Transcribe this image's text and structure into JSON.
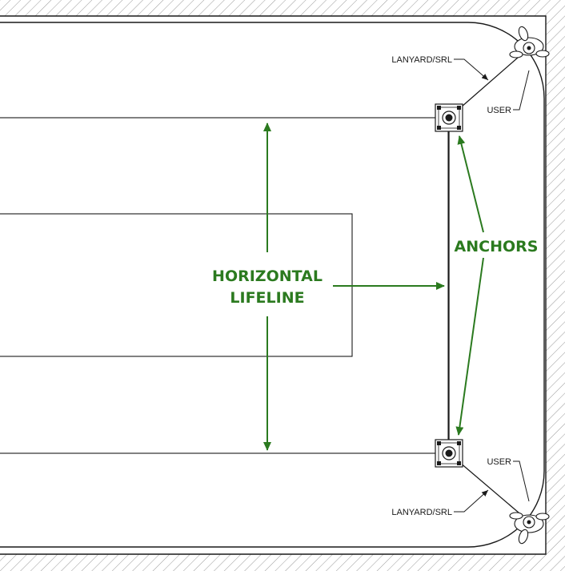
{
  "title": "Horizontal lifeline plan",
  "labels": {
    "lanyard_top": "LANYARD/SRL",
    "lanyard_bottom": "LANYARD/SRL",
    "user_top": "USER",
    "user_bottom": "USER",
    "anchors": "ANCHORS",
    "lifeline_line1": "HORIZONTAL",
    "lifeline_line2": "LIFELINE"
  },
  "colors": {
    "accent": "#2b7a1f",
    "line": "#1a1a1a",
    "hatch": "#9a9a9a"
  }
}
